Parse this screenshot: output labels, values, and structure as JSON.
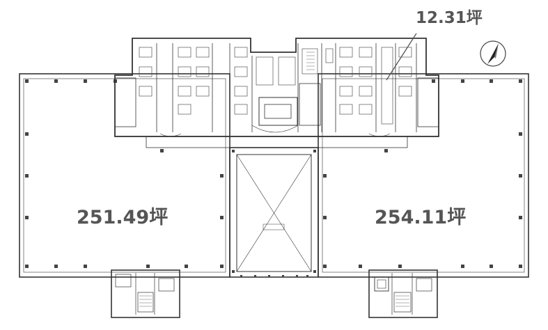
{
  "areas": {
    "left_office": "251.49坪",
    "right_office": "254.11坪",
    "core_unit": "12.31坪"
  },
  "colors": {
    "wall": "#333333",
    "label": "#555555",
    "fixture": "#666666"
  },
  "icons": {
    "north_arrow": "compass-arrow-icon"
  }
}
